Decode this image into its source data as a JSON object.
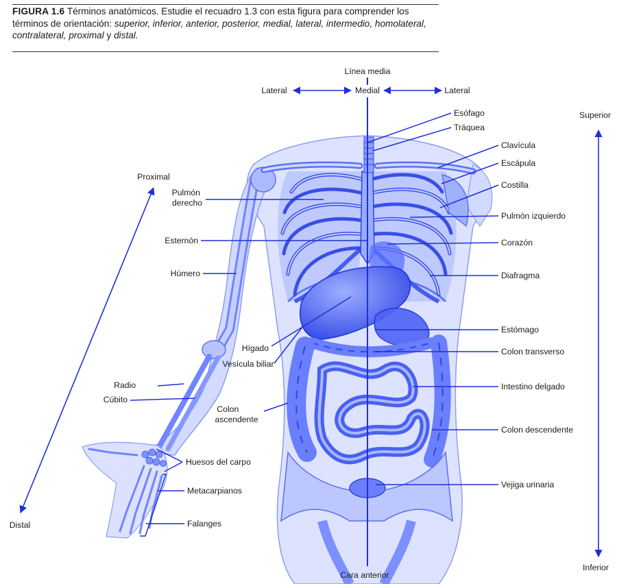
{
  "caption": {
    "figure_label": "FIGURA 1.6",
    "text": "Términos anatómicos. Estudie el recuadro 1.3 con esta figura para comprender los términos de orientación:",
    "terms_italic": "superior, inferior, anterior, posterior, medial, lateral, intermedio, homolateral, contralateral, proximal",
    "conjunction": "y",
    "last_term": "distal."
  },
  "orientation": {
    "midline": "Línea media",
    "lateral_left": "Lateral",
    "medial": "Medial",
    "lateral_right": "Lateral",
    "superior": "Superior",
    "inferior": "Inferior",
    "proximal": "Proximal",
    "distal": "Distal",
    "anterior_face": "Cara anterior"
  },
  "labels_left": [
    {
      "id": "pulmon-derecho",
      "lines": [
        "Pulmón",
        "derecho"
      ]
    },
    {
      "id": "esternon",
      "lines": [
        "Esternón"
      ]
    },
    {
      "id": "humero",
      "lines": [
        "Húmero"
      ]
    },
    {
      "id": "higado",
      "lines": [
        "Hígado"
      ]
    },
    {
      "id": "vesicula-biliar",
      "lines": [
        "Vesícula biliar"
      ]
    },
    {
      "id": "radio",
      "lines": [
        "Radio"
      ]
    },
    {
      "id": "cubito",
      "lines": [
        "Cúbito"
      ]
    },
    {
      "id": "colon-ascendente",
      "lines": [
        "Colon",
        "ascendente"
      ]
    },
    {
      "id": "huesos-del-carpo",
      "lines": [
        "Huesos del carpo"
      ]
    },
    {
      "id": "metacarpianos",
      "lines": [
        "Metacarpianos"
      ]
    },
    {
      "id": "falanges",
      "lines": [
        "Falanges"
      ]
    }
  ],
  "labels_right": [
    {
      "id": "esofago",
      "lines": [
        "Esófago"
      ]
    },
    {
      "id": "traquea",
      "lines": [
        "Tráquea"
      ]
    },
    {
      "id": "clavicula",
      "lines": [
        "Clavícula"
      ]
    },
    {
      "id": "escapula",
      "lines": [
        "Escápula"
      ]
    },
    {
      "id": "costilla",
      "lines": [
        "Costilla"
      ]
    },
    {
      "id": "pulmon-izquierdo",
      "lines": [
        "Pulmón izquierdo"
      ]
    },
    {
      "id": "corazon",
      "lines": [
        "Corazón"
      ]
    },
    {
      "id": "diafragma",
      "lines": [
        "Diafragma"
      ]
    },
    {
      "id": "estomago",
      "lines": [
        "Estómago"
      ]
    },
    {
      "id": "colon-transverso",
      "lines": [
        "Colon transverso"
      ]
    },
    {
      "id": "intestino-delgado",
      "lines": [
        "Intestino delgado"
      ]
    },
    {
      "id": "colon-descendente",
      "lines": [
        "Colon descendente"
      ]
    },
    {
      "id": "vejiga-urinaria",
      "lines": [
        "Vejiga urinaria"
      ]
    }
  ],
  "colors": {
    "anatomy_fill": "#8fa3ff",
    "anatomy_dark": "#2b3fe0",
    "anatomy_light": "#d5dcff",
    "leader_line": "#1f2fd6",
    "text": "#1a1a1a"
  }
}
